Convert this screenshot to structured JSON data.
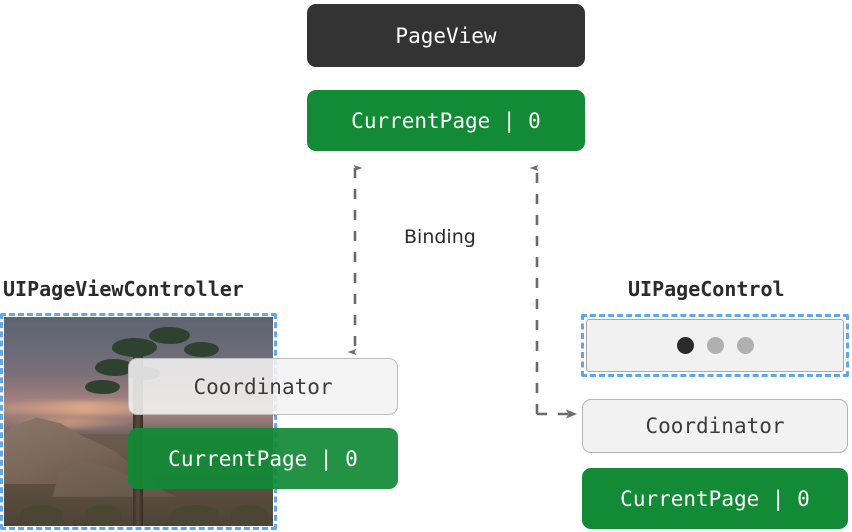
{
  "diagram": {
    "title_node": {
      "label": "PageView"
    },
    "top_state": {
      "label": "CurrentPage | 0"
    },
    "binding_label": "Binding",
    "left_section": {
      "caption": "UIPageViewController",
      "coordinator": {
        "label": "Coordinator"
      },
      "state": {
        "label": "CurrentPage | 0"
      },
      "page_image_alt": "desert landscape with joshua tree at dusk"
    },
    "right_section": {
      "caption": "UIPageControl",
      "page_control": {
        "dots": [
          {
            "state": "active"
          },
          {
            "state": "inactive"
          },
          {
            "state": "inactive"
          }
        ]
      },
      "coordinator": {
        "label": "Coordinator"
      },
      "state": {
        "label": "CurrentPage | 0"
      }
    },
    "colors": {
      "dark_node": "#333333",
      "green_node": "#128a36",
      "light_node": "#f2f2f2",
      "light_node_border": "#b4b4b4",
      "selection_dashed": "#5fa8f0",
      "connector": "#6b6b6b",
      "text_dark": "#2b2b2b",
      "text_light": "#ffffff",
      "dot_active": "#2b2b2b",
      "dot_inactive": "#b0b0b0",
      "background": "#ffffff"
    },
    "icons": {
      "arrow_up": "arrow-up-icon",
      "arrow_down": "arrow-down-icon",
      "arrow_right": "arrow-right-icon"
    }
  }
}
